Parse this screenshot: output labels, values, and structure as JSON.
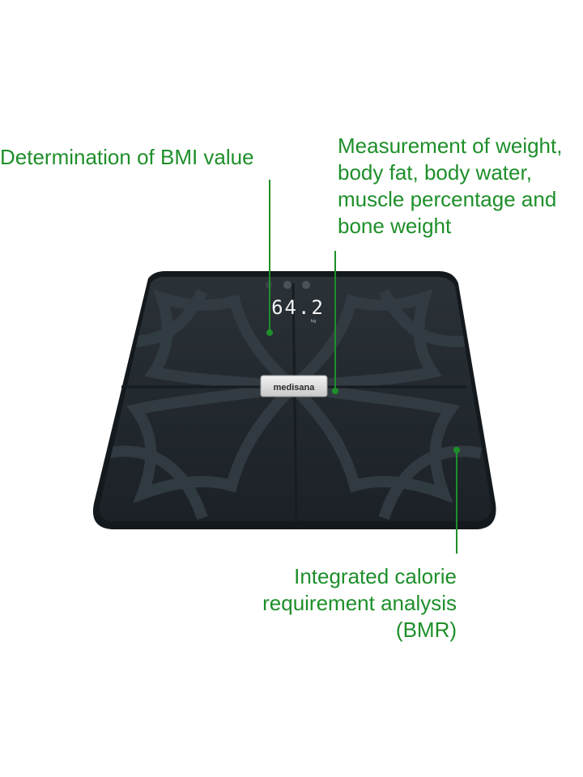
{
  "annotations": {
    "bmi": "Determination of BMI value",
    "measurement": "Measurement of weight,\nbody fat, body water,\nmuscle percentage and\nbone weight",
    "calorie": "Integrated calorie\nrequirement analysis\n(BMR)"
  },
  "scale": {
    "display_value": "64.2",
    "display_unit": "kg",
    "brand": "medisana"
  },
  "colors": {
    "annotation_green": "#1e8f2a",
    "scale_body": "#23292e",
    "scale_pattern": "#2d353b",
    "display_digits": "#f4f4f4"
  }
}
